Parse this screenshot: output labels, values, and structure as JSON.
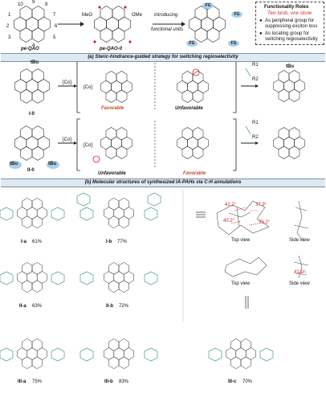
{
  "header": {
    "mol1_name": "pe-QAO",
    "mol2_name": "pe-QAO-0",
    "arrow_label_line1": "introducing",
    "arrow_label_line2": "functional units",
    "atom_numbers": [
      "10",
      "9",
      "8",
      "1",
      "7",
      "2",
      "6",
      "3",
      "5",
      "4"
    ],
    "meo": "MeO",
    "ome": "OMe",
    "fg": "FG"
  },
  "roles": {
    "title": "Functionality Roles",
    "subtitle": "Two birds, one stone",
    "item1_line1": "As peripheral group for",
    "item1_line2": "suppressing exciton loss",
    "item2_line1": "As locating group for",
    "item2_line2": "switching regioselectivity"
  },
  "section_a": {
    "title": "(a) Steric-hindrance-guided strategy for switching regioselectivity",
    "row1_label": "I-0",
    "row2_label": "II-0",
    "catalyst": "[Co]",
    "favorable": "Favorable",
    "unfavorable": "Unfavorable",
    "tbu": "tBu",
    "co": "[Co]",
    "r1": "R1",
    "r2": "R2"
  },
  "section_b": {
    "title": "(b) Molecular structures of synthesized IA-PAHs via C-H annulations",
    "compounds": [
      {
        "name": "I-a",
        "yield": "61%"
      },
      {
        "name": "I-b",
        "yield": "77%"
      },
      {
        "name": "II-a",
        "yield": "63%"
      },
      {
        "name": "II-b",
        "yield": "72%"
      },
      {
        "name": "III-a",
        "yield": "75%"
      },
      {
        "name": "III-b",
        "yield": "83%"
      },
      {
        "name": "III-c",
        "yield": "70%"
      }
    ],
    "top_view": "Top view",
    "side_view": "Side view",
    "angles": [
      "42.2°",
      "37.9°",
      "40.2°",
      "33.2°",
      "41.0°"
    ]
  },
  "colors": {
    "accent_red": "#d8232a",
    "bubble_blue": "#a9cfe8",
    "bar_bg": "#dfe9f2",
    "green_unit": "#5aa98a"
  }
}
